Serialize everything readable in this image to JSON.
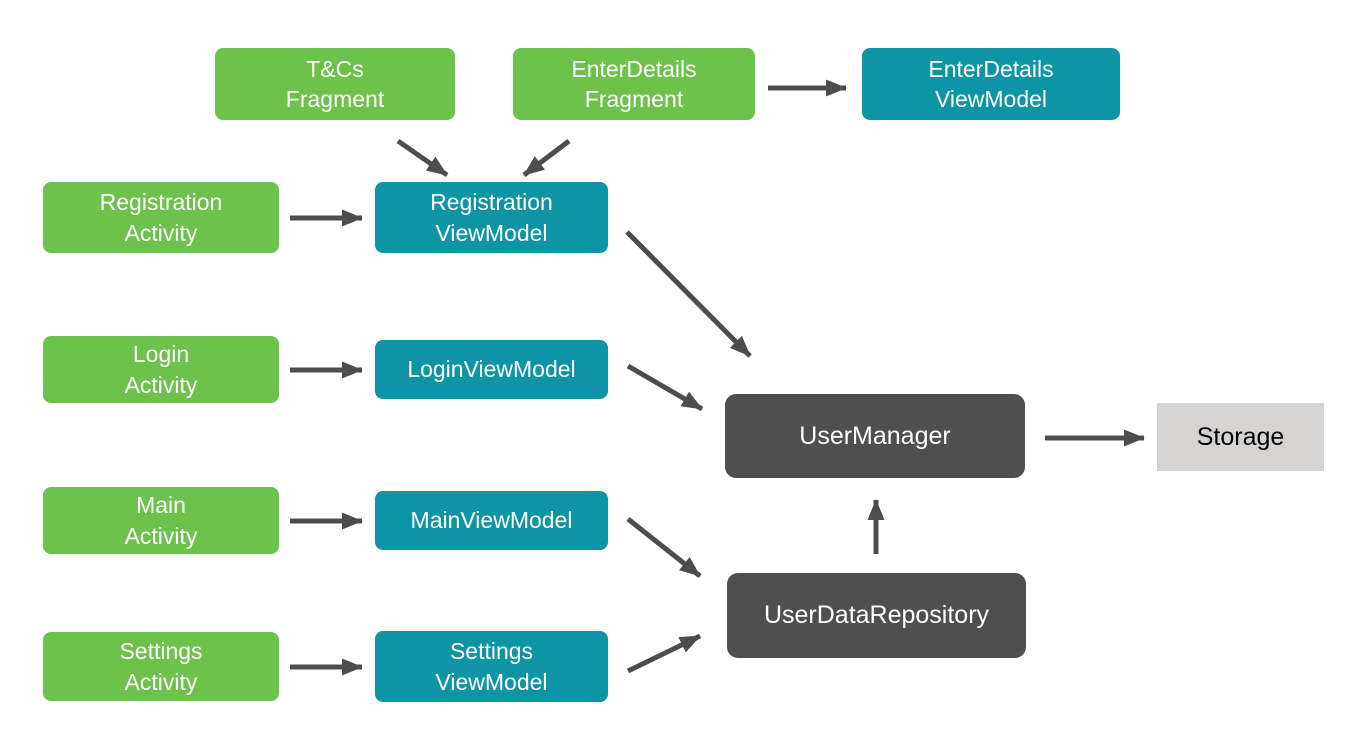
{
  "diagram": {
    "type": "architecture-flow",
    "background": "#ffffff"
  },
  "colors": {
    "view_green": "#6CC24A",
    "viewmodel_teal": "#0D95A6",
    "manager_dark": "#4F4F4F",
    "storage_gray": "#D6D4D2",
    "arrow_gray": "#4D4D4D",
    "text_on_color": "#FFFFFF",
    "text_on_gray": "#000000"
  },
  "nodes": [
    {
      "id": "tcs-fragment",
      "label": "T&Cs\nFragment",
      "kind": "fragment"
    },
    {
      "id": "enterdetails-fragment",
      "label": "EnterDetails\nFragment",
      "kind": "fragment"
    },
    {
      "id": "enterdetails-viewmodel",
      "label": "EnterDetails\nViewModel",
      "kind": "viewmodel"
    },
    {
      "id": "registration-activity",
      "label": "Registration\nActivity",
      "kind": "activity"
    },
    {
      "id": "registration-viewmodel",
      "label": "Registration\nViewModel",
      "kind": "viewmodel"
    },
    {
      "id": "login-activity",
      "label": "Login\nActivity",
      "kind": "activity"
    },
    {
      "id": "login-viewmodel",
      "label": "LoginViewModel",
      "kind": "viewmodel"
    },
    {
      "id": "usermanager",
      "label": "UserManager",
      "kind": "manager"
    },
    {
      "id": "storage",
      "label": "Storage",
      "kind": "storage"
    },
    {
      "id": "main-activity",
      "label": "Main\nActivity",
      "kind": "activity"
    },
    {
      "id": "main-viewmodel",
      "label": "MainViewModel",
      "kind": "viewmodel"
    },
    {
      "id": "userdatarepository",
      "label": "UserDataRepository",
      "kind": "repository"
    },
    {
      "id": "settings-activity",
      "label": "Settings\nActivity",
      "kind": "activity"
    },
    {
      "id": "settings-viewmodel",
      "label": "Settings\nViewModel",
      "kind": "viewmodel"
    }
  ],
  "edges": [
    {
      "from": "tcs-fragment",
      "to": "registration-viewmodel"
    },
    {
      "from": "enterdetails-fragment",
      "to": "registration-viewmodel"
    },
    {
      "from": "enterdetails-fragment",
      "to": "enterdetails-viewmodel"
    },
    {
      "from": "registration-activity",
      "to": "registration-viewmodel"
    },
    {
      "from": "registration-viewmodel",
      "to": "usermanager"
    },
    {
      "from": "login-activity",
      "to": "login-viewmodel"
    },
    {
      "from": "login-viewmodel",
      "to": "usermanager"
    },
    {
      "from": "usermanager",
      "to": "storage"
    },
    {
      "from": "main-activity",
      "to": "main-viewmodel"
    },
    {
      "from": "main-viewmodel",
      "to": "userdatarepository"
    },
    {
      "from": "userdatarepository",
      "to": "usermanager"
    },
    {
      "from": "settings-activity",
      "to": "settings-viewmodel"
    },
    {
      "from": "settings-viewmodel",
      "to": "userdatarepository"
    }
  ]
}
